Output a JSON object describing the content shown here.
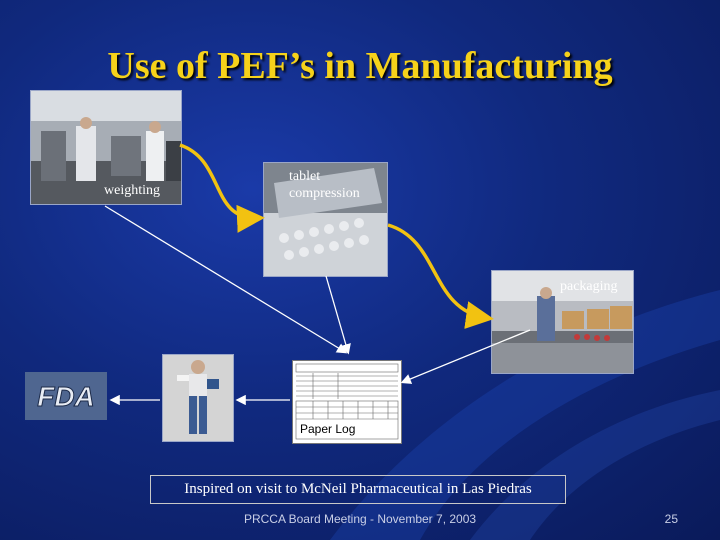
{
  "slide": {
    "title": "Use of PEF’s in Manufacturing",
    "labels": {
      "weighting": "weighting",
      "tablet_compression": "tablet\ncompression",
      "packaging": "packaging",
      "paper_log": "Paper Log"
    },
    "fda_logo_text": "FDA",
    "caption": "Inspired on visit to McNeil Pharmaceutical in Las Piedras",
    "footer": "PRCCA Board Meeting - November 7, 2003",
    "page_number": "25"
  },
  "colors": {
    "title": "#f6d21a",
    "arrow_curved": "#f2c211",
    "arrow_straight": "#ffffff",
    "background": "#10297e"
  }
}
